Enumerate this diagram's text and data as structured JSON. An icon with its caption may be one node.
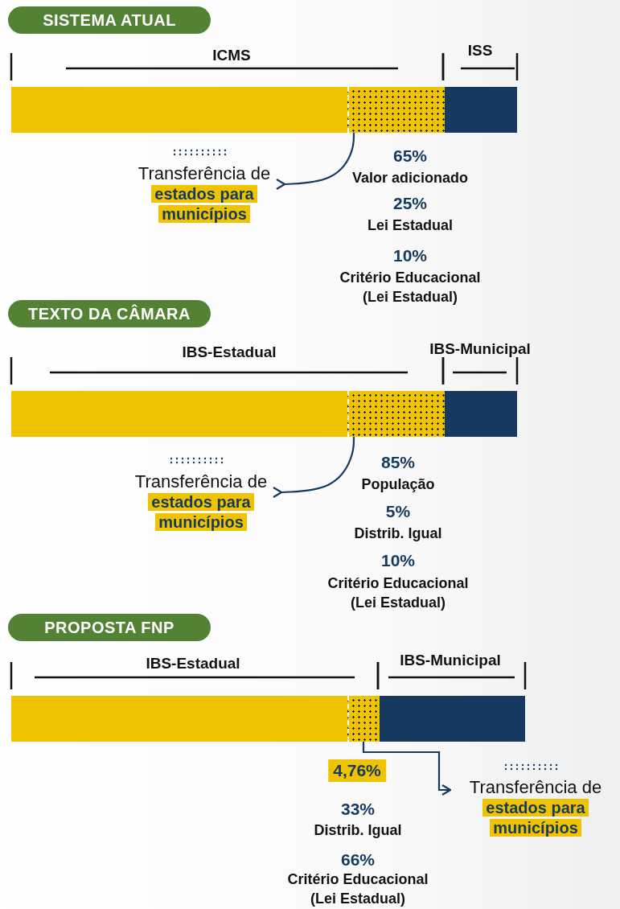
{
  "diagram": {
    "nodes": [
      {
        "text": [
          "SISTEMA ATUAL"
        ]
      },
      {
        "text": [],
        "shape": "bar"
      },
      {
        "text": [
          "Transferência de",
          "estados para municípios"
        ]
      },
      {
        "text": [
          "TEXTO DA CÂMARA"
        ]
      },
      {
        "text": [],
        "shape": "bar"
      },
      {
        "text": [
          "Transferência de",
          "estados para municípios"
        ]
      },
      {
        "text": [
          "PROPOSTA FNP"
        ]
      },
      {
        "text": [],
        "shape": "bar"
      },
      {
        "text": [
          "Transferência de",
          "estados para municípios"
        ]
      }
    ],
    "edges": [
      {
        "from": 1,
        "to": 2,
        "arrow": "to"
      },
      {
        "from": 4,
        "to": 5,
        "arrow": "to"
      },
      {
        "from": 7,
        "to": 8,
        "arrow": "to"
      }
    ],
    "labels": [
      "ICMS",
      "ISS",
      "65%",
      "Valor adicionado",
      "25%",
      "Lei Estadual",
      "10%",
      "Critério Educacional (Lei Estadual)",
      "IBS-Estadual",
      "IBS-Municipal",
      "85%",
      "População",
      "5%",
      "Distrib. Igual",
      "10%",
      "Critério Educacional (Lei Estadual)",
      "IBS-Estadual",
      "IBS-Municipal",
      "4,76%",
      "33%",
      "Distrib. Igual",
      "66%",
      "Critério Educacional (Lei Estadual)"
    ]
  }
}
